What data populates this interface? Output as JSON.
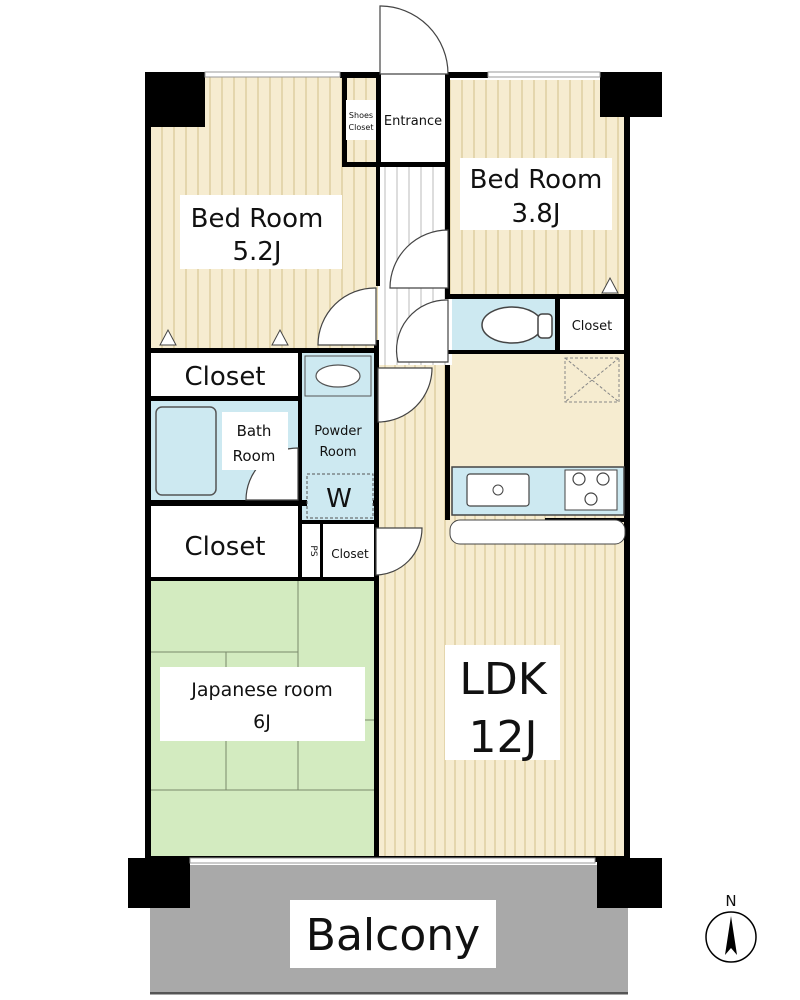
{
  "rooms": {
    "bedroom_west": {
      "name": "Bed Room",
      "size": "5.2J"
    },
    "bedroom_east": {
      "name": "Bed Room",
      "size": "3.8J"
    },
    "japanese": {
      "name": "Japanese room",
      "size": "6J"
    },
    "ldk": {
      "name": "LDK",
      "size": "12J"
    },
    "bath": {
      "line1": "Bath",
      "line2": "Room"
    },
    "powder": {
      "line1": "Powder",
      "line2": "Room"
    },
    "washer": "W",
    "entrance": "Entrance",
    "shoes_closet": {
      "line1": "Shoes",
      "line2": "Closet"
    },
    "closet_upper": "Closet",
    "closet_lower": "Closet",
    "closet_small": "Closet",
    "closet_toilet": "Closet",
    "ps": "PS",
    "balcony": "Balcony"
  },
  "compass": {
    "north": "N"
  },
  "colors": {
    "wood_floor": "#f6ecd0",
    "wood_stripe": "#d9c99a",
    "tatami": "#d3ebc0",
    "tatami_line": "#7a8a6a",
    "water": "#cde9f1",
    "kitchen": "#f6ecd0",
    "balcony": "#a9a9a9",
    "wall": "#000000"
  }
}
